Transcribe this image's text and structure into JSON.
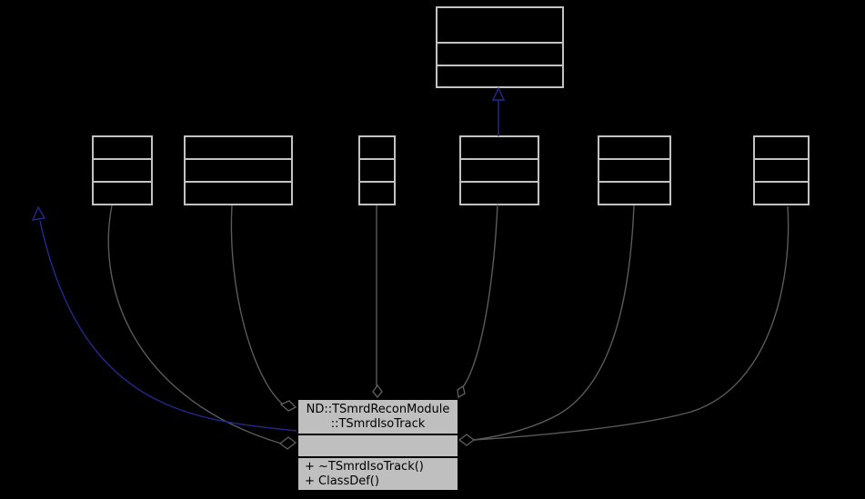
{
  "diagram": {
    "kind": "uml-collaboration-graph",
    "background": "#000000",
    "colors": {
      "node_border": "#c2c2c2",
      "aggregation_edge": "#5a5a5a",
      "inheritance_edge": "#222a8f",
      "main_node_fill": "#bfbfbf",
      "main_node_border": "#000000",
      "main_node_text": "#000000"
    },
    "main_class": {
      "name_line1": "ND::TSmrdReconModule",
      "name_line2": "::TSmrdIsoTrack",
      "attributes_text": "",
      "methods": [
        "+ ~TSmrdIsoTrack()",
        "+ ClassDef()"
      ]
    },
    "related_classes": [
      {
        "id": "base-class-node",
        "label": "",
        "compartments": 3
      },
      {
        "id": "collab-node-1",
        "label": "",
        "compartments": 3
      },
      {
        "id": "collab-node-2",
        "label": "",
        "compartments": 3
      },
      {
        "id": "collab-node-3",
        "label": "",
        "compartments": 3
      },
      {
        "id": "collab-node-4",
        "label": "",
        "compartments": 3
      },
      {
        "id": "collab-node-5",
        "label": "",
        "compartments": 3
      },
      {
        "id": "collab-node-6",
        "label": "",
        "compartments": 3
      }
    ],
    "edges": [
      {
        "type": "inheritance",
        "from": "main-class",
        "to": "offscreen-upper-left"
      },
      {
        "type": "inheritance",
        "from": "collab-node-4",
        "to": "base-class-node"
      },
      {
        "type": "aggregation",
        "from": "collab-node-1",
        "to": "main-class"
      },
      {
        "type": "aggregation",
        "from": "collab-node-2",
        "to": "main-class"
      },
      {
        "type": "aggregation",
        "from": "collab-node-3",
        "to": "main-class"
      },
      {
        "type": "aggregation",
        "from": "collab-node-4",
        "to": "main-class"
      },
      {
        "type": "aggregation",
        "from": "collab-node-5",
        "to": "main-class"
      },
      {
        "type": "aggregation",
        "from": "collab-node-6",
        "to": "main-class"
      }
    ]
  }
}
